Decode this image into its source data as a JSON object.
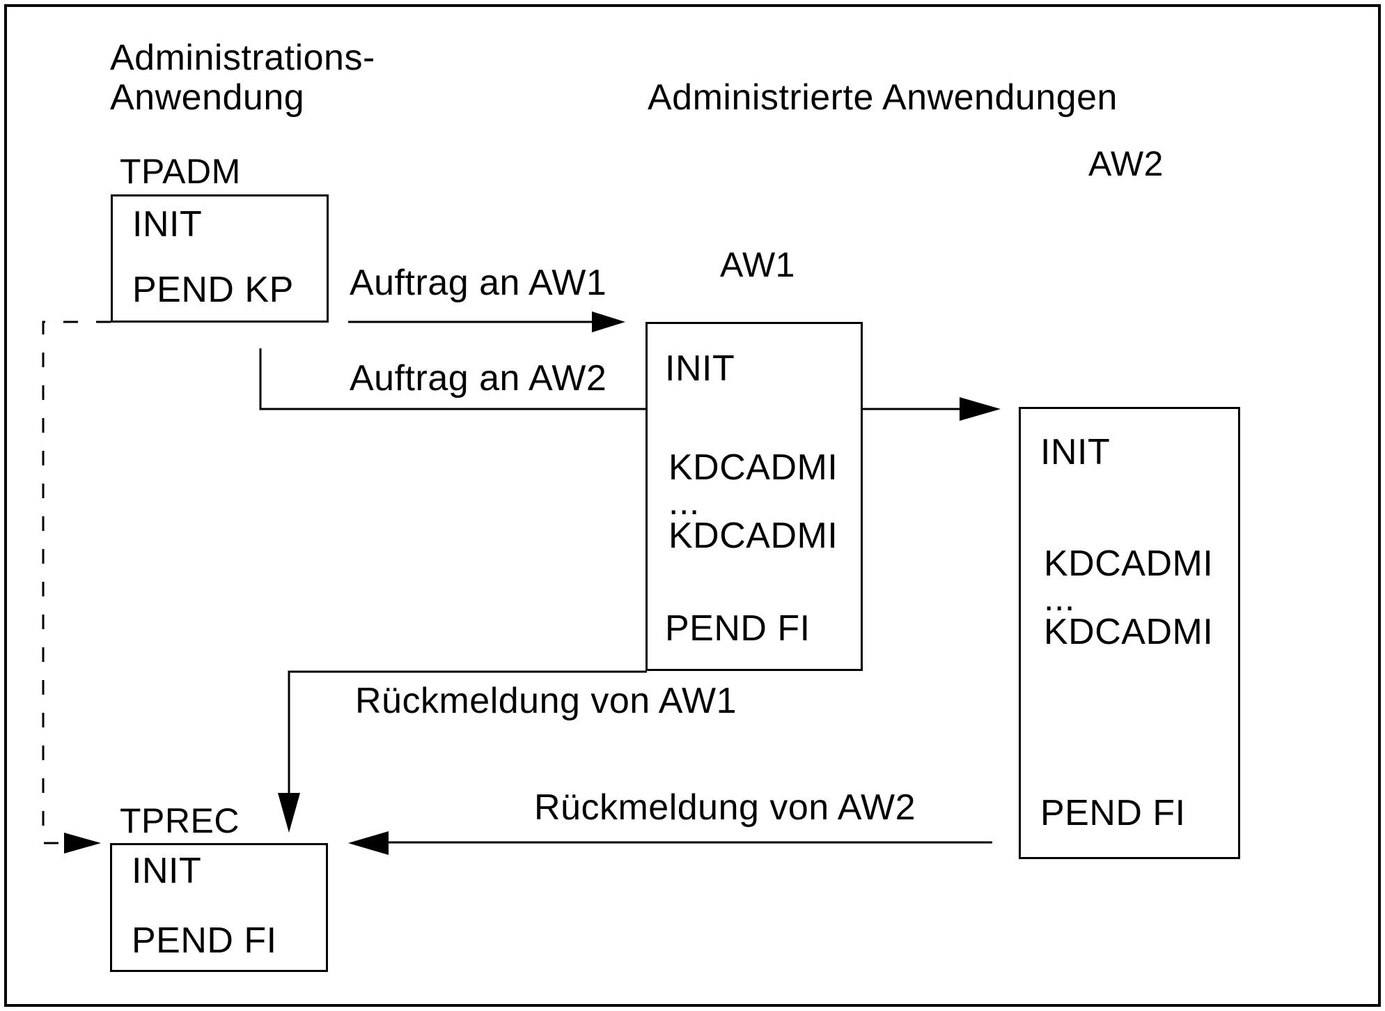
{
  "diagram": {
    "headings": {
      "admin_app_line1": "Administrations-",
      "admin_app_line2": "Anwendung",
      "administered_apps": "Administrierte Anwendungen"
    },
    "boxes": {
      "tpadm": {
        "label": "TPADM",
        "lines": [
          "INIT",
          "PEND KP"
        ]
      },
      "aw1": {
        "label": "AW1",
        "lines": [
          "INIT",
          "KDCADMI",
          "...",
          "KDCADMI",
          "PEND FI"
        ]
      },
      "aw2": {
        "label": "AW2",
        "lines": [
          "INIT",
          "KDCADMI",
          "...",
          "KDCADMI",
          "PEND FI"
        ]
      },
      "tprec": {
        "label": "TPREC",
        "lines": [
          "INIT",
          "PEND FI"
        ]
      }
    },
    "arrows": {
      "auftrag_aw1": "Auftrag an AW1",
      "auftrag_aw2": "Auftrag an AW2",
      "rueckmeldung_aw1": "Rückmeldung von AW1",
      "rueckmeldung_aw2": "Rückmeldung von AW2"
    },
    "colors": {
      "line": "#000000",
      "background": "#ffffff"
    }
  }
}
